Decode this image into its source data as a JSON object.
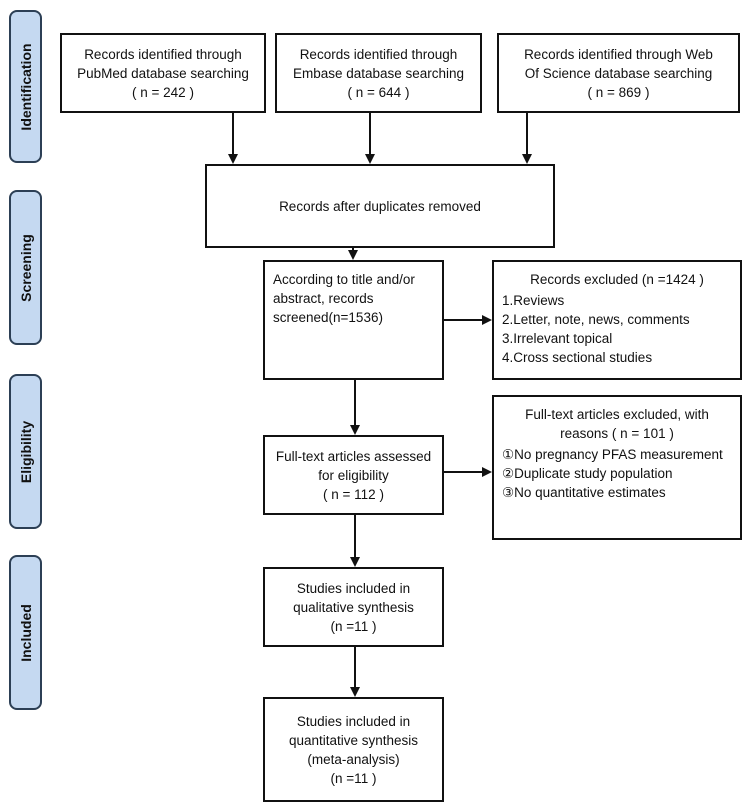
{
  "phases": [
    "Identification",
    "Screening",
    "Eligibility",
    "Included"
  ],
  "sources": [
    {
      "lines": [
        "Records identified through",
        "PubMed database searching",
        "( n = 242  )"
      ]
    },
    {
      "lines": [
        "Records identified through",
        "Embase database searching",
        "( n = 644  )"
      ]
    },
    {
      "lines": [
        "Records identified through  Web",
        "Of Science database searching",
        "( n = 869  )"
      ]
    }
  ],
  "duplicates": {
    "text": "Records after duplicates removed"
  },
  "screened": {
    "lines": [
      "According to title and/or",
      "abstract, records",
      "screened(n=1536)"
    ]
  },
  "excluded_screening": {
    "title": "Records excluded (n =1424   )",
    "items": [
      "1.Reviews",
      "2.Letter, note, news, comments",
      "3.Irrelevant topical",
      "4.Cross sectional studies"
    ]
  },
  "fulltext": {
    "lines": [
      "Full-text articles assessed",
      "for eligibility",
      "( n = 112 )"
    ]
  },
  "excluded_fulltext": {
    "title_lines": [
      "Full-text articles excluded, with",
      "reasons ( n = 101 )"
    ],
    "items": [
      "①No pregnancy PFAS measurement",
      "②Duplicate study population",
      "③No quantitative estimates"
    ]
  },
  "qualitative": {
    "lines": [
      "Studies included in",
      "qualitative synthesis",
      "(n =11 )"
    ]
  },
  "quantitative": {
    "lines": [
      "Studies included in",
      "quantitative synthesis",
      "(meta-analysis)",
      "(n =11 )"
    ]
  }
}
